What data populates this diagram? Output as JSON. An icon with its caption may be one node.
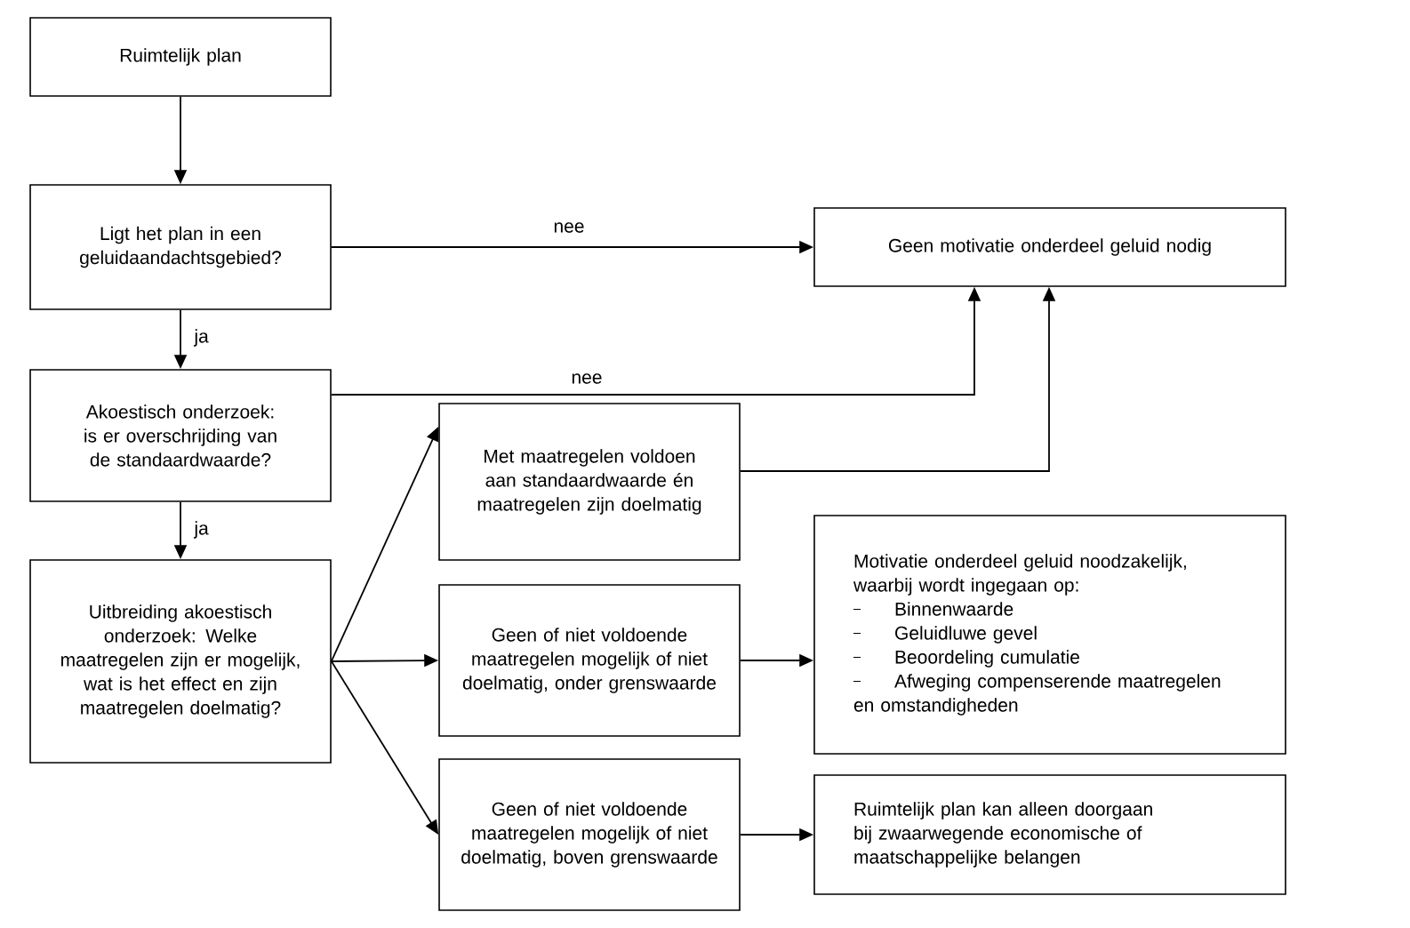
{
  "diagram": {
    "nodes": [
      {
        "text": [
          "Ruimtelijk plan"
        ]
      },
      {
        "text": [
          "Ligt het plan in een geluidaandachtsgebied?"
        ]
      },
      {
        "text": [
          "Geen motivatie onderdeel geluid nodig"
        ]
      },
      {
        "text": [
          "Akoestisch onderzoek: is er overschrijding van de standaardwaarde?"
        ]
      },
      {
        "text": [
          "Met maatregelen voldoen aan standaardwaarde én maatregelen zijn doelmatig"
        ]
      },
      {
        "text": [
          "Uitbreiding akoestisch onderzoek: Welke maatregelen zijn er mogelijk, wat is het effect en zijn maatregelen doelmatig?"
        ]
      },
      {
        "text": [
          "Motivatie onderdeel geluid noodzakelijk, waarbij wordt ingegaan op:",
          "Binnenwaarde",
          "Geluidluwe gevel",
          "Beoordeling cumulatie",
          "Afweging compenserende maatregelen en omstandigheden"
        ]
      },
      {
        "text": [
          "Geen of niet voldoende maatregelen mogelijk of niet doelmatig, onder grenswaarde"
        ]
      },
      {
        "text": [
          "Geen of niet voldoende maatregelen mogelijk of niet doelmatig, boven grenswaarde"
        ]
      },
      {
        "text": [
          "Ruimtelijk plan kan alleen doorgaan bij zwaarwegende economische of maatschappelijke belangen"
        ]
      }
    ],
    "edges": [
      {
        "from": 0,
        "to": 1,
        "arrow": "to"
      },
      {
        "from": 1,
        "to": 2,
        "arrow": "to",
        "label": "nee"
      },
      {
        "from": 1,
        "to": 3,
        "arrow": "to",
        "label": "ja"
      },
      {
        "from": 3,
        "to": 2,
        "arrow": "to",
        "label": "nee"
      },
      {
        "from": 3,
        "to": 5,
        "arrow": "to",
        "label": "ja"
      },
      {
        "from": 5,
        "to": 4,
        "arrow": "to"
      },
      {
        "from": 5,
        "to": 7,
        "arrow": "to"
      },
      {
        "from": 5,
        "to": 8,
        "arrow": "to"
      },
      {
        "from": 4,
        "to": 2,
        "arrow": "to"
      },
      {
        "from": 7,
        "to": 6,
        "arrow": "to"
      },
      {
        "from": 8,
        "to": 9,
        "arrow": "to"
      }
    ]
  }
}
